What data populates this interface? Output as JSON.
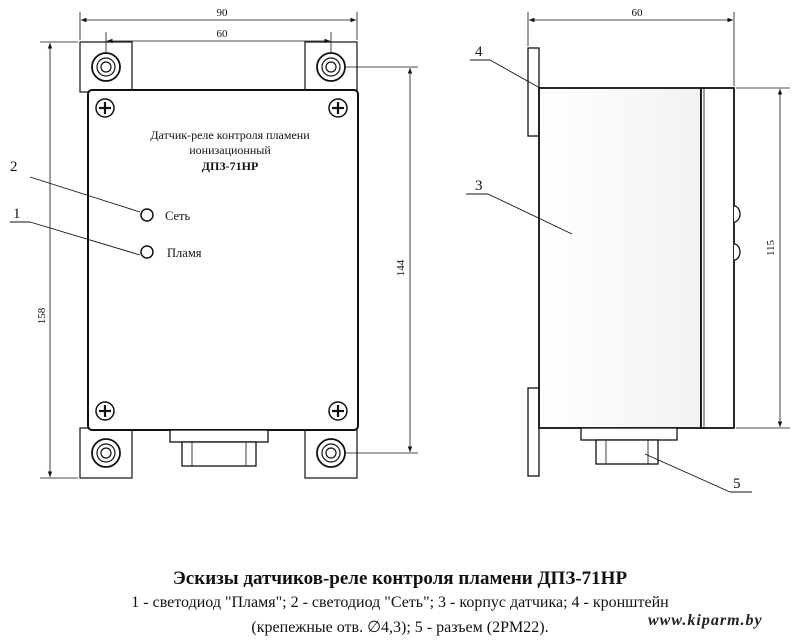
{
  "front_view": {
    "dim_width_outer": "90",
    "dim_width_holes": "60",
    "dim_height_outer": "158",
    "dim_height_holes": "144",
    "panel_title_line1": "Датчик-реле контроля пламени",
    "panel_title_line2": "ионизационный",
    "panel_model": "ДПЗ-71НР",
    "led_power_label": "Сеть",
    "led_flame_label": "Пламя",
    "callout_2": "2",
    "callout_1": "1"
  },
  "side_view": {
    "dim_depth": "60",
    "dim_height": "115",
    "callout_4": "4",
    "callout_3": "3",
    "callout_5": "5"
  },
  "caption": {
    "title": "Эскизы датчиков-реле контроля пламени ДПЗ-71НР",
    "line1": "1 - светодиод \"Пламя\"; 2 - светодиод \"Сеть\"; 3 - корпус датчика; 4 - кронштейн",
    "line2": "(крепежные отв. ∅4,3); 5 - разъем (2РМ22)."
  },
  "watermark": "www.kiparm.by"
}
